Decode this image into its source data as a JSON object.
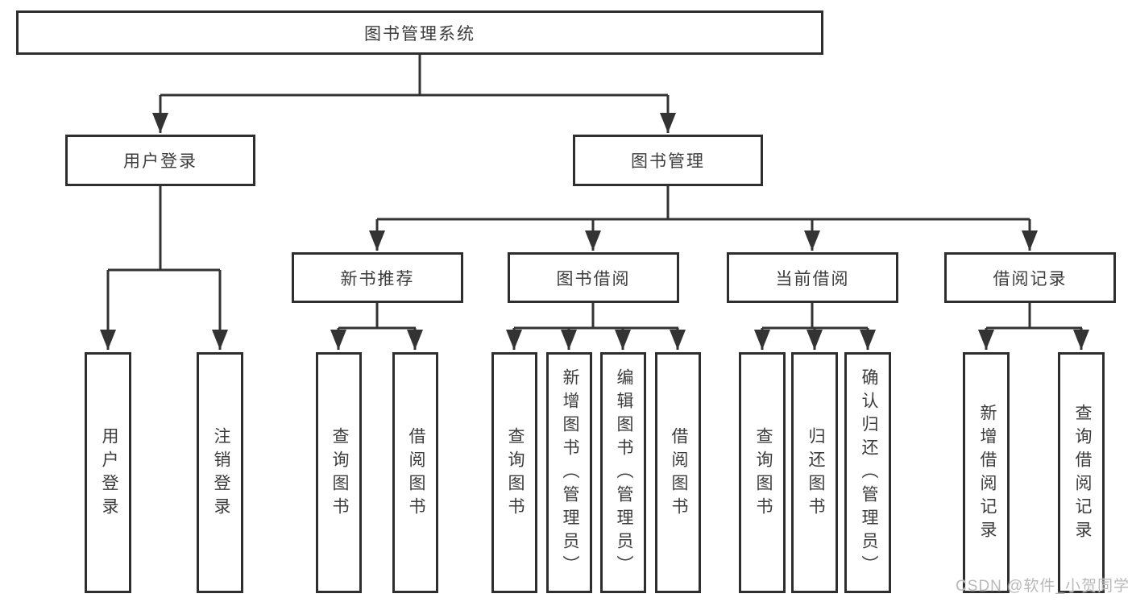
{
  "tree": {
    "root": {
      "label": "图书管理系统"
    },
    "children": [
      {
        "label": "用户登录",
        "children": [
          {
            "label": "用户登录"
          },
          {
            "label": "注销登录"
          }
        ]
      },
      {
        "label": "图书管理",
        "children": [
          {
            "label": "新书推荐",
            "children": [
              {
                "label": "查询图书"
              },
              {
                "label": "借阅图书"
              }
            ]
          },
          {
            "label": "图书借阅",
            "children": [
              {
                "label": "查询图书"
              },
              {
                "label": "新增图书（管理员）"
              },
              {
                "label": "编辑图书（管理员）"
              },
              {
                "label": "借阅图书"
              }
            ]
          },
          {
            "label": "当前借阅",
            "children": [
              {
                "label": "查询图书"
              },
              {
                "label": "归还图书"
              },
              {
                "label": "确认归还（管理员）"
              }
            ]
          },
          {
            "label": "借阅记录",
            "children": [
              {
                "label": "新增借阅记录"
              },
              {
                "label": "查询借阅记录"
              }
            ]
          }
        ]
      }
    ]
  },
  "watermark": {
    "text": "CSDN @软件_小贺同学"
  },
  "colors": {
    "line": "#333333",
    "box_border": "#2e2e2e",
    "text": "#3c3c3c",
    "watermark": "#b9b9b9",
    "background": "#ffffff"
  }
}
